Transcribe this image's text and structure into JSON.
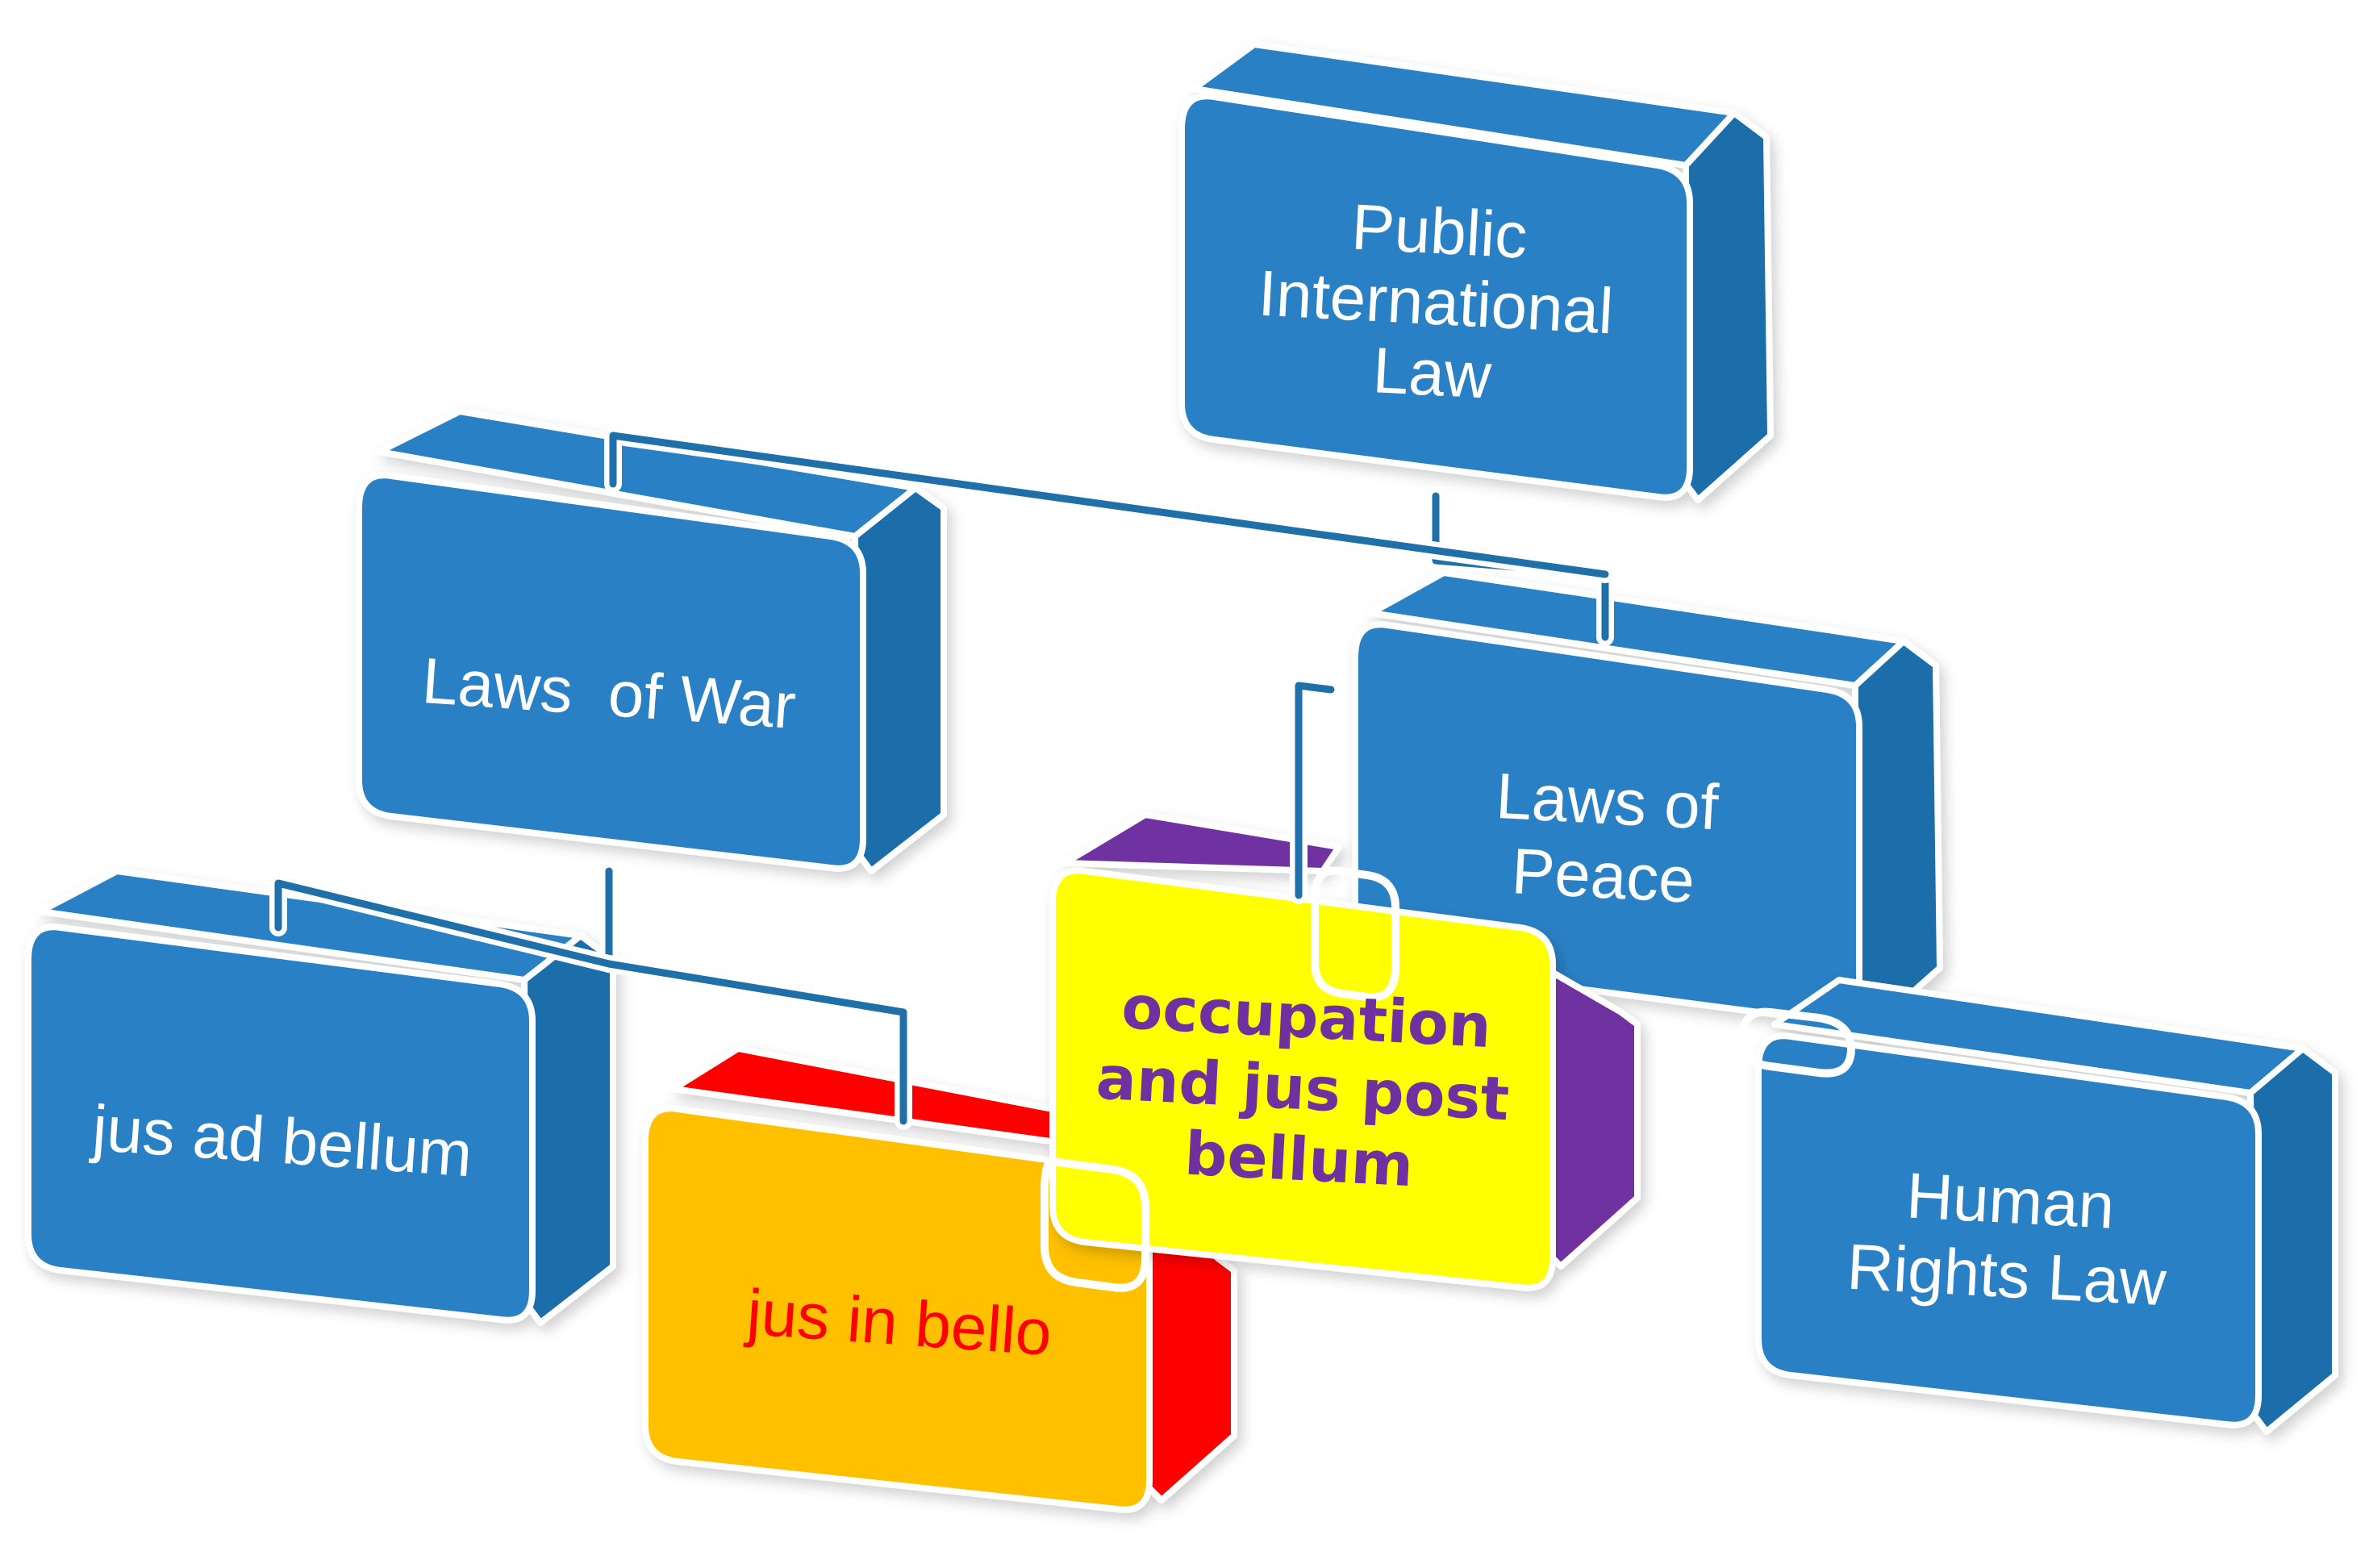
{
  "diagram": {
    "nodes": {
      "public_international_law": {
        "lines": [
          "Public",
          "International",
          "Law"
        ]
      },
      "laws_of_war": {
        "lines": [
          "Laws  of War"
        ]
      },
      "laws_of_peace": {
        "lines": [
          "Laws of",
          "Peace"
        ]
      },
      "jus_ad_bellum": {
        "lines": [
          "jus ad bellum"
        ]
      },
      "jus_in_bello": {
        "lines": [
          "jus in bello"
        ]
      },
      "occupation": {
        "lines": [
          "occupation",
          "and jus post",
          "bellum"
        ]
      },
      "human_rights_law": {
        "lines": [
          "Human",
          "Rights Law"
        ]
      }
    },
    "colors": {
      "blue_front": "#2980c4",
      "blue_side": "#1f6eab",
      "connector": "#1f6fa8",
      "white_text": "#ffffff",
      "orange_front": "#ffc000",
      "red_side": "#ff0000",
      "red_text": "#ff0000",
      "yellow_front": "#ffff00",
      "purple_side": "#7030a0",
      "purple_text": "#7030a0"
    }
  }
}
